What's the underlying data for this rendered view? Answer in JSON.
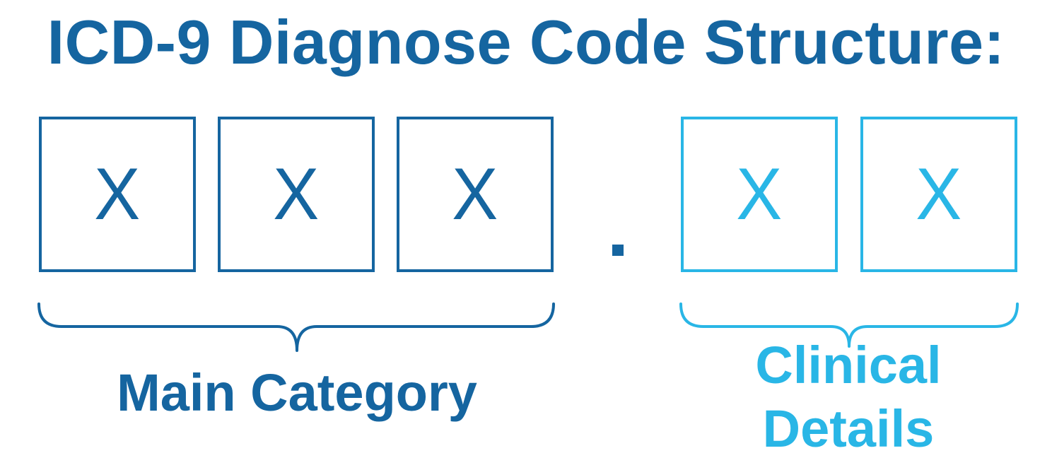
{
  "title": "ICD-9 Diagnose Code Structure:",
  "separator": ".",
  "colors": {
    "main": "#1565a0",
    "clinical": "#29b6e6"
  },
  "main_category": {
    "label": "Main Category",
    "boxes": [
      "X",
      "X",
      "X"
    ]
  },
  "clinical_details": {
    "label_line1": "Clinical",
    "label_line2": "Details",
    "boxes": [
      "X",
      "X"
    ]
  }
}
